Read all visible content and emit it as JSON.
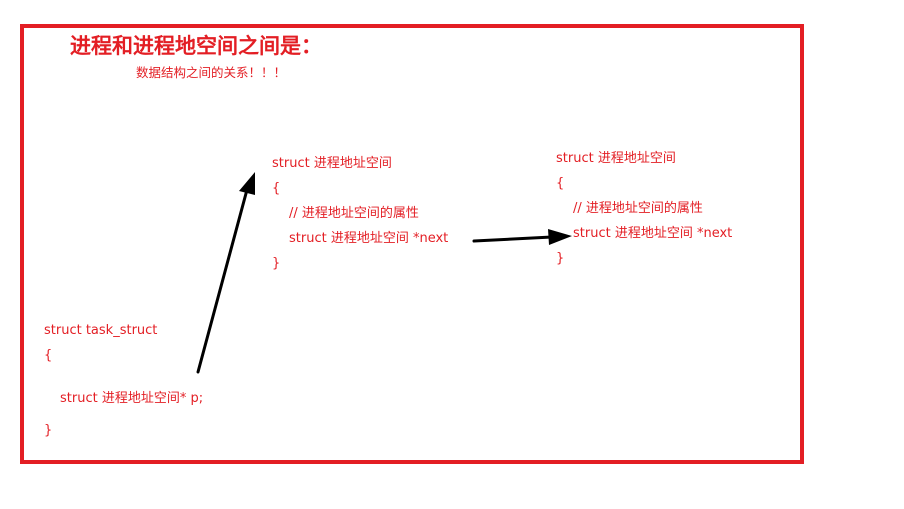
{
  "heading": {
    "title": "进程和进程地空间之间是：",
    "subtitle": "数据结构之间的关系！！！"
  },
  "task_struct_block": {
    "line1": "struct task_struct",
    "open": "{",
    "field": "struct 进程地址空间* p;",
    "close": "}"
  },
  "middle_block": {
    "line1": "struct 进程地址空间",
    "open": "{",
    "comment": "// 进程地址空间的属性",
    "field": "struct 进程地址空间 *next",
    "close": "}"
  },
  "right_block": {
    "line1": "struct 进程地址空间",
    "open": "{",
    "comment": "// 进程地址空间的属性",
    "field": "struct 进程地址空间 *next",
    "close": "}"
  },
  "colors": {
    "frame": "#e31e24",
    "text": "#e31e24",
    "arrow": "#000000"
  }
}
